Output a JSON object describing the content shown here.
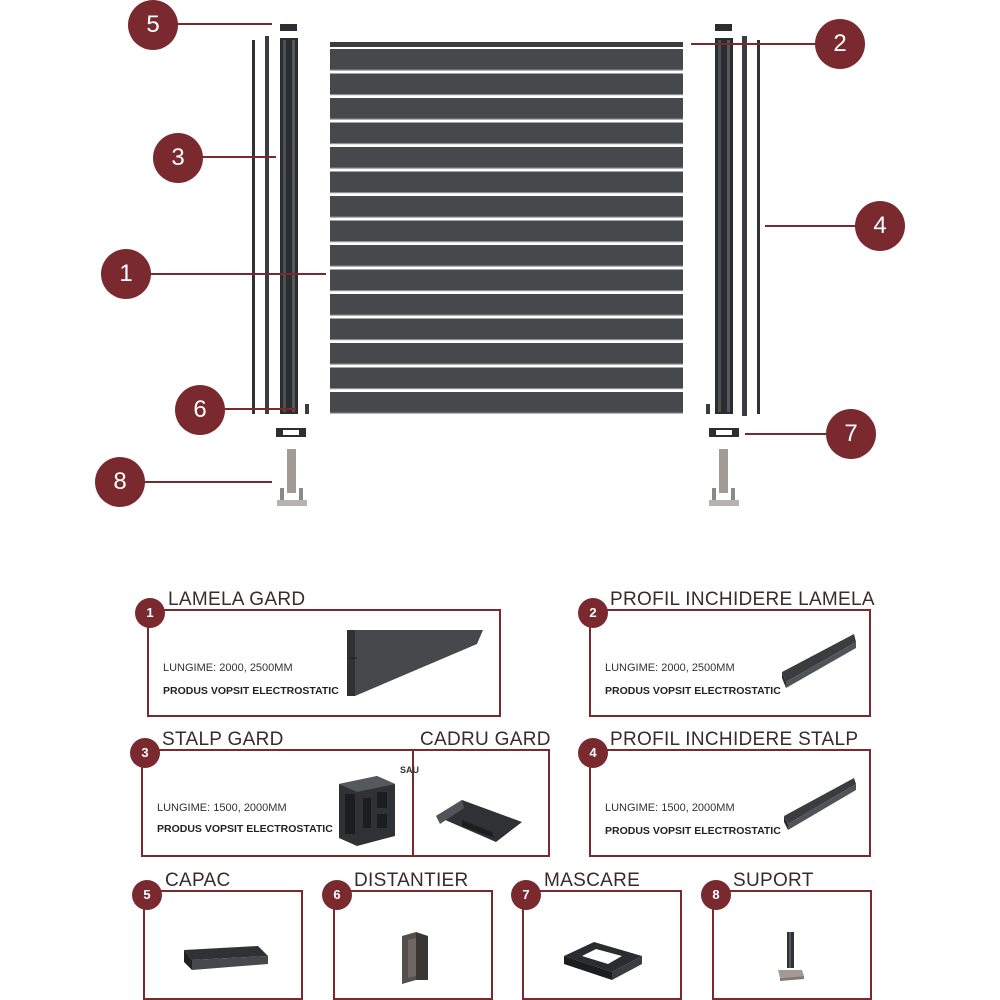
{
  "callouts": [
    "1",
    "2",
    "3",
    "4",
    "5",
    "6",
    "7",
    "8"
  ],
  "parts": [
    {
      "num": "1",
      "title": "LAMELA GARD",
      "length": "LUNGIME: 2000, 2500MM",
      "finish": "PRODUS VOPSIT ELECTROSTATIC"
    },
    {
      "num": "2",
      "title": "PROFIL INCHIDERE LAMELA",
      "length": "LUNGIME: 2000, 2500MM",
      "finish": "PRODUS VOPSIT ELECTROSTATIC"
    },
    {
      "num": "3",
      "title": "STALP GARD",
      "alt_title": "CADRU GARD",
      "separator": "SAU",
      "length": "LUNGIME: 1500, 2000MM",
      "finish": "PRODUS VOPSIT ELECTROSTATIC"
    },
    {
      "num": "4",
      "title": "PROFIL INCHIDERE STALP",
      "length": "LUNGIME: 1500, 2000MM",
      "finish": "PRODUS VOPSIT ELECTROSTATIC"
    },
    {
      "num": "5",
      "title": "CAPAC"
    },
    {
      "num": "6",
      "title": "DISTANTIER"
    },
    {
      "num": "7",
      "title": "MASCARE"
    },
    {
      "num": "8",
      "title": "SUPORT"
    }
  ],
  "colors": {
    "accent": "#7a2a2e",
    "panel": "#46484c",
    "panel_dark": "#2f3134",
    "steel": "#a49a94"
  }
}
